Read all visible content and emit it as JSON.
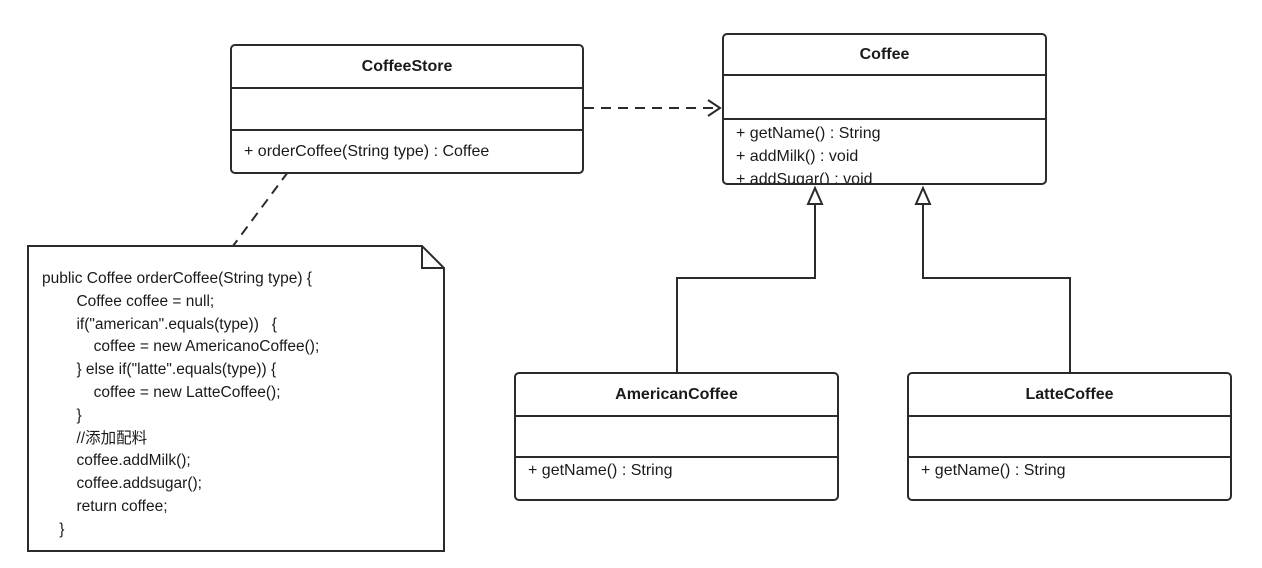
{
  "classes": {
    "coffee_store": {
      "name": "CoffeeStore",
      "operations": [
        "+ orderCoffee(String type) : Coffee"
      ]
    },
    "coffee": {
      "name": "Coffee",
      "operations": [
        "+ getName() : String",
        "+ addMilk() : void",
        "+ addSugar() : void"
      ]
    },
    "american_coffee": {
      "name": "AmericanCoffee",
      "operations": [
        "+ getName() : String"
      ]
    },
    "latte_coffee": {
      "name": "LatteCoffee",
      "operations": [
        "+ getName() : String"
      ]
    }
  },
  "note": {
    "lines": [
      "public Coffee orderCoffee(String type) {",
      "        Coffee coffee = null;",
      "        if(\"american\".equals(type))   {",
      "            coffee = new AmericanoCoffee();",
      "        } else if(\"latte\".equals(type)) {",
      "            coffee = new LatteCoffee();",
      "        }",
      "        //添加配料",
      "        coffee.addMilk();",
      "        coffee.addsugar();",
      "        return coffee;",
      "    }"
    ]
  },
  "relationships": [
    {
      "type": "dependency",
      "from": "CoffeeStore",
      "to": "Coffee"
    },
    {
      "type": "inheritance",
      "from": "AmericanCoffee",
      "to": "Coffee"
    },
    {
      "type": "inheritance",
      "from": "LatteCoffee",
      "to": "Coffee"
    }
  ],
  "colors": {
    "stroke": "#2b2b2b",
    "background": "#ffffff"
  }
}
